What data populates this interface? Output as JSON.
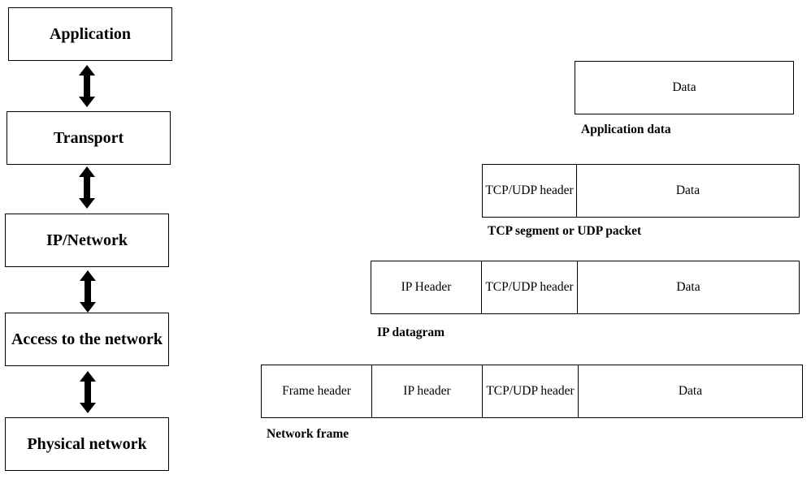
{
  "layers": [
    {
      "label": "Application"
    },
    {
      "label": "Transport"
    },
    {
      "label": "IP/Network"
    },
    {
      "label": "Access to the network"
    },
    {
      "label": "Physical network"
    }
  ],
  "packets": {
    "application_data": {
      "cells": [
        "Data"
      ],
      "caption": "Application data"
    },
    "tcp_segment": {
      "cells": [
        "TCP/UDP header",
        "Data"
      ],
      "caption": "TCP segment or UDP packet"
    },
    "ip_datagram": {
      "cells": [
        "IP Header",
        "TCP/UDP header",
        "Data"
      ],
      "caption": "IP datagram"
    },
    "network_frame": {
      "cells": [
        "Frame header",
        "IP header",
        "TCP/UDP header",
        "Data"
      ],
      "caption": "Network frame"
    }
  }
}
